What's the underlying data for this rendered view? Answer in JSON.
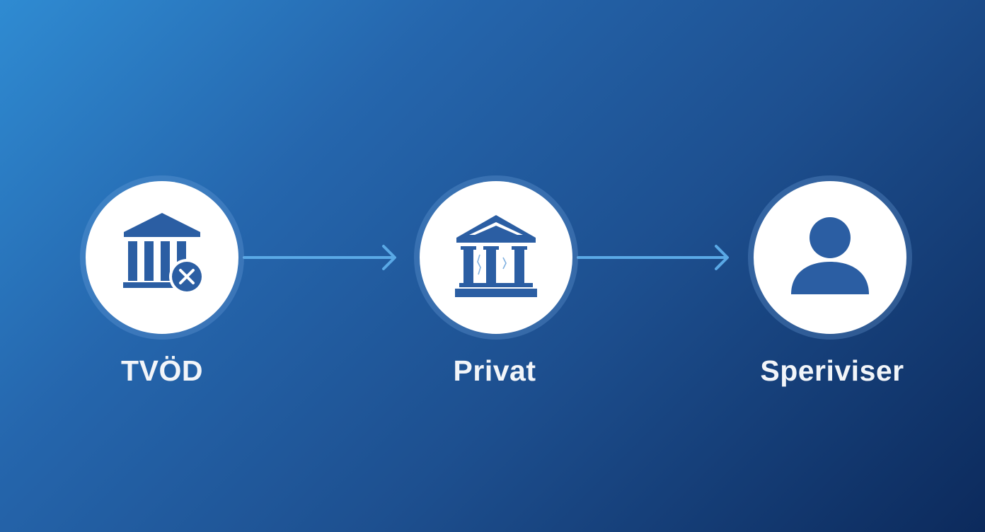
{
  "diagram": {
    "nodes": [
      {
        "label": "TVÖD",
        "icon": "bank-building-with-x-icon"
      },
      {
        "label": "Privat",
        "icon": "bank-building-cracked-icon"
      },
      {
        "label": "Speriviser",
        "icon": "user-person-icon"
      }
    ],
    "colors": {
      "background_start": "#2f8bd2",
      "background_end": "#0c2a5c",
      "icon": "#2b5ea3",
      "arrow": "#5aa9e6",
      "node_fill": "#ffffff",
      "label": "#f2f5f9"
    }
  }
}
